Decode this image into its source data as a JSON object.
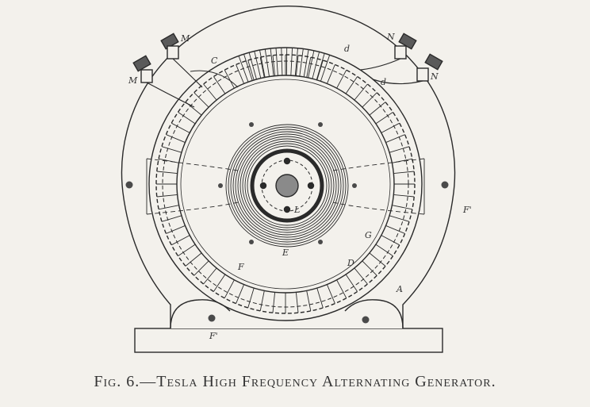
{
  "figure": {
    "caption": "Fig. 6.—Tesla High Frequency Alternating Generator.",
    "labels": {
      "M_top": "M",
      "M_left": "M",
      "C": "C",
      "d_top": "d",
      "d_right": "d",
      "N_top": "N",
      "N_right": "N",
      "F_prime_right": "F'",
      "F_prime_bottom": "F'",
      "G": "G",
      "L": "L",
      "E": "E",
      "D": "D",
      "F": "F",
      "A": "A"
    },
    "colors": {
      "paper": "#f3f1ec",
      "ink": "#2a2a2a"
    }
  }
}
